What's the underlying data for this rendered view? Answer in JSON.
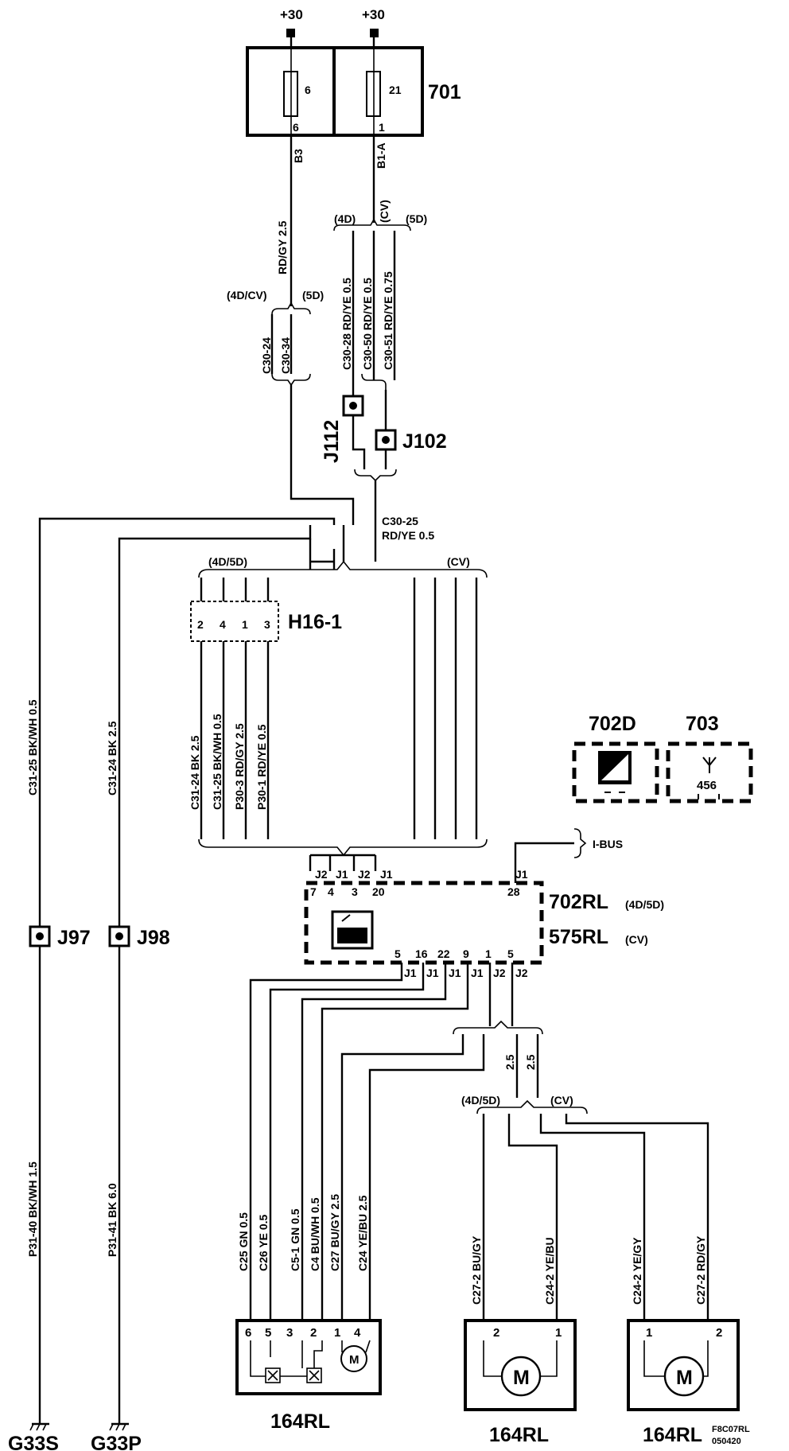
{
  "supply": {
    "fuse_a": "+30",
    "fuse_b": "+30"
  },
  "fuse_box": {
    "id": "701",
    "fuse_a_num": "6",
    "fuse_a_pin": "6",
    "fuse_a_conn": "B3",
    "fuse_b_num": "21",
    "fuse_b_pin": "1",
    "fuse_b_conn": "B1-A"
  },
  "wires_upper": {
    "rdgy_25": "RD/GY 2.5",
    "branch_a": "(4D/CV)",
    "branch_b": "(5D)",
    "c30_24": "C30-24",
    "c30_34": "C30-34",
    "branch_4d": "(4D)",
    "branch_cv": "(CV)",
    "branch_5d": "(5D)",
    "c30_28": "C30-28 RD/YE 0.5",
    "c30_50": "C30-50 RD/YE 0.5",
    "c30_51": "C30-51 RD/YE 0.75",
    "j112": "J112",
    "j102": "J102",
    "c30_25": "C30-25",
    "c30_25_spec": "RD/YE  0.5"
  },
  "bus": {
    "left_variant": "(4D/5D)",
    "right_variant": "(CV)"
  },
  "h16": {
    "label": "H16-1",
    "pins": [
      "2",
      "4",
      "1",
      "3"
    ],
    "wires": [
      "C31-24 BK 2.5",
      "C31-25 BK/WH 0.5",
      "P30-3  RD/GY 2.5",
      "P30-1  RD/YE 0.5"
    ]
  },
  "left_wires": {
    "c31_25": "C31-25 BK/WH  0.5",
    "c31_24": "C31-24 BK 2.5",
    "j97": "J97",
    "j98": "J98",
    "p31_40": "P31-40 BK/WH 1.5",
    "p31_41": "P31-41  BK  6.0",
    "g33s": "G33S",
    "g33p": "G33P"
  },
  "modules": {
    "m702d": "702D",
    "m703": "703",
    "m703_pin": "456"
  },
  "ibus": "I-BUS",
  "control_unit": {
    "name_a": "702RL",
    "variant_a": "(4D/5D)",
    "name_b": "575RL",
    "variant_b": "(CV)",
    "top_conns": [
      "J2",
      "J1",
      "J2",
      "J1",
      "J1"
    ],
    "top_pins": [
      "7",
      "4",
      "3",
      "20",
      "28"
    ],
    "bottom_pins": [
      "5",
      "16",
      "22",
      "9",
      "1",
      "5"
    ],
    "bottom_conns": [
      "J1",
      "J1",
      "J1",
      "J1",
      "J2",
      "J2"
    ]
  },
  "lower_wires": {
    "c25": "C25  GN  0.5",
    "c26": "C26  YE  0.5",
    "c5_1": "C5-1  GN  0.5",
    "c4": "C4  BU/WH  0.5",
    "c27": "C27  BU/GY  2.5",
    "c24": "C24  YE/BU  2.5",
    "g1": "2.5",
    "g2": "2.5",
    "branch_a": "(4D/5D)",
    "branch_b": "(CV)",
    "c27_2a": "C27-2  BU/GY",
    "c24_2a": "C24-2  YE/BU",
    "c24_2b": "C24-2  YE/GY",
    "c27_2b": "C27-2  RD/GY"
  },
  "motors": {
    "left": {
      "label": "164RL",
      "pins": [
        "6",
        "5",
        "3",
        "2",
        "1",
        "4"
      ],
      "symbol": "M"
    },
    "mid": {
      "label": "164RL",
      "pins": [
        "2",
        "1"
      ],
      "symbol": "M"
    },
    "right": {
      "label": "164RL",
      "pins": [
        "1",
        "2"
      ],
      "symbol": "M"
    }
  },
  "footer": {
    "code": "F8C07RL",
    "date": "050420"
  }
}
